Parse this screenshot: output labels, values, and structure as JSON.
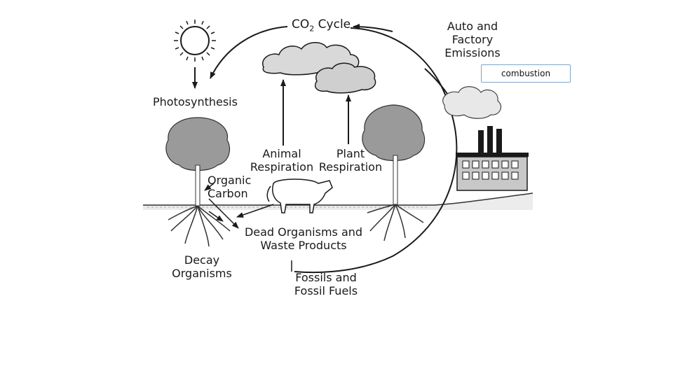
{
  "diagram": {
    "title_prefix": "CO",
    "title_sub": "2",
    "title_suffix": " Cycle",
    "emissions": [
      "Auto and",
      "Factory",
      "Emissions"
    ],
    "photosynthesis": "Photosynthesis",
    "animal_resp": [
      "Animal",
      "Respiration"
    ],
    "plant_resp": [
      "Plant",
      "Respiration"
    ],
    "organic_carbon": [
      "Organic",
      "Carbon"
    ],
    "dead_organisms": [
      "Dead Organisms and",
      "Waste Products"
    ],
    "decay": [
      "Decay",
      "Organisms"
    ],
    "fossils": [
      "Fossils and",
      "Fossil Fuels"
    ]
  },
  "annotation": {
    "text": "combustion"
  }
}
